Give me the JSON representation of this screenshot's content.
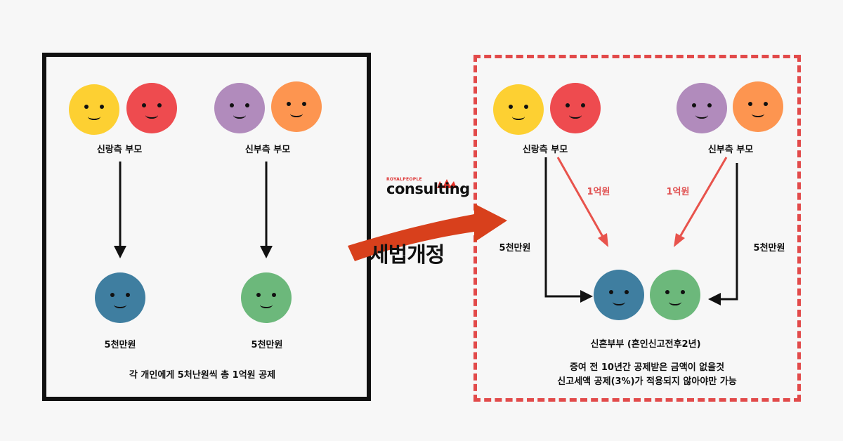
{
  "left": {
    "groom_parents": "신랑측 부모",
    "bride_parents": "신부측 부모",
    "groom_amount": "5천만원",
    "bride_amount": "5천만원",
    "caption": "각 개인에게 5처난원씩 총 1억원 공제"
  },
  "middle": {
    "brand_small": "ROYALPEOPLE",
    "brand_name": "consulting",
    "reform_label": "세법개정"
  },
  "right": {
    "groom_parents": "신랑측 부모",
    "bride_parents": "신부측 부모",
    "groom_gift": "1억원",
    "bride_gift": "1억원",
    "groom_amount": "5천만원",
    "bride_amount": "5천만원",
    "couple_label": "신혼부부 (혼인신고전후2년)",
    "condition_1": "증여 전 10년간 공제받은 금액이 없을것",
    "condition_2": "신고세액 공제(3%)가 적용되지 않아야만 가능"
  },
  "colors": {
    "yellow": "#fdd032",
    "red": "#ee4b4f",
    "purple": "#b18bbc",
    "orange": "#fd9550",
    "blue": "#3f7ea0",
    "green": "#6cb87b",
    "accent_red": "#e24a4a",
    "arrow_red": "#e8534c"
  },
  "icons": [
    "smiley-face-icon",
    "down-arrow-icon",
    "right-arrow-icon",
    "crown-icon",
    "curved-arrow-icon"
  ]
}
